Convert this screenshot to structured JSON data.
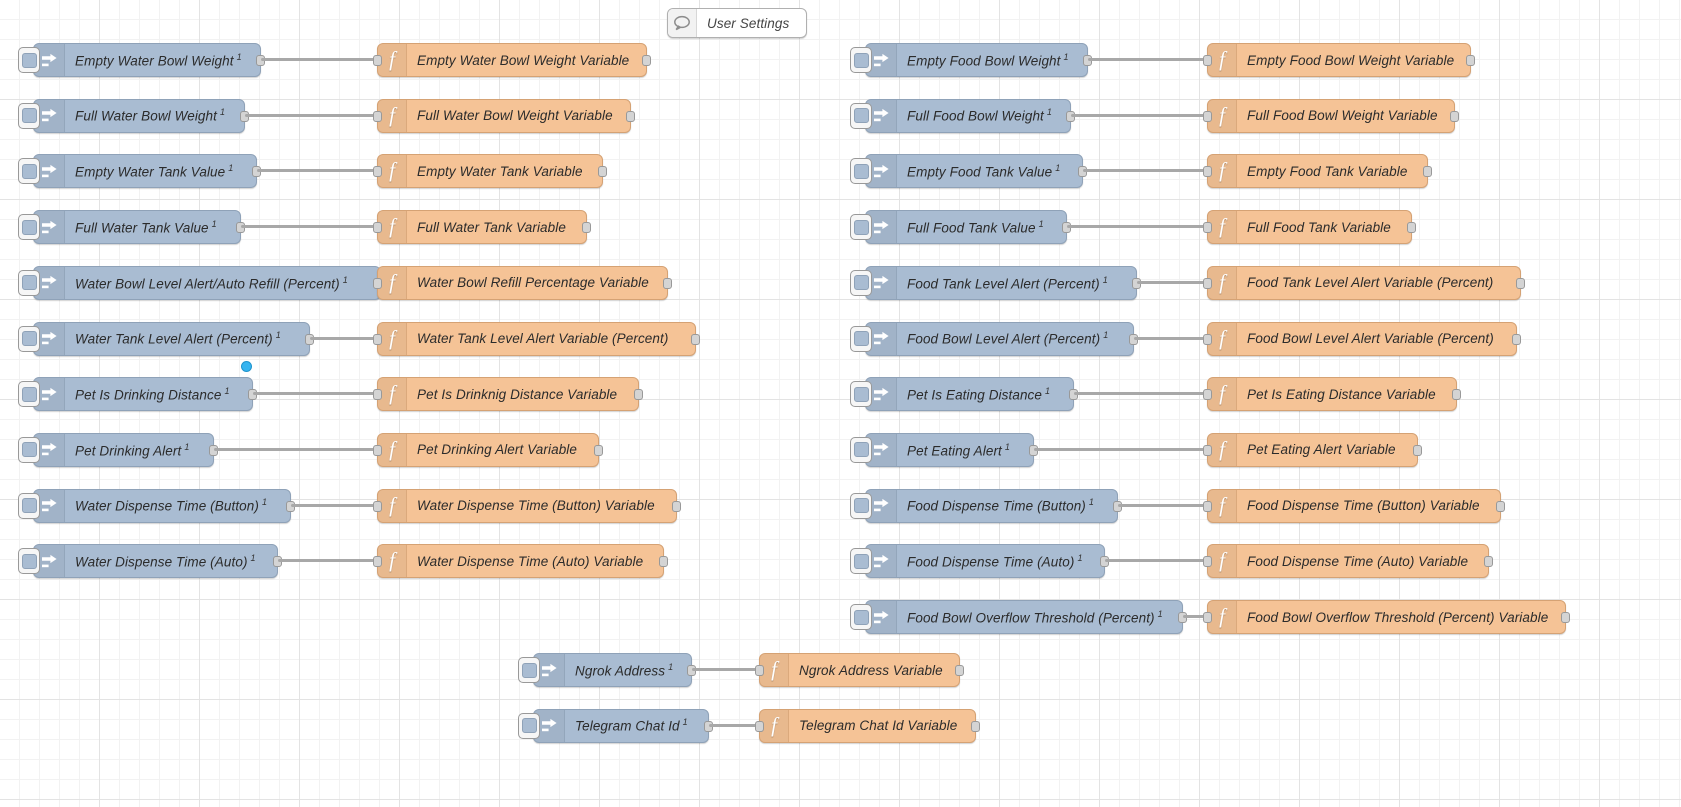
{
  "workspace": {
    "name": "node-red-flow-canvas",
    "grid": true
  },
  "comment": {
    "label": "User Settings",
    "icon": "comment-icon"
  },
  "icons": {
    "inject": "inject-arrow-icon",
    "function": "function-f-icon",
    "comment": "speech-bubble-icon",
    "status_dot": "changed-status-dot"
  },
  "colors": {
    "inject": "#a9bcd2",
    "function": "#f5c396",
    "comment": "#ffffff",
    "wire": "#a8a8a8",
    "status_dot": "#36b4f0",
    "grid": "#e3e3e3"
  },
  "repeat_marker": "1",
  "columns": {
    "left": [
      {
        "inject": "Empty Water Bowl Weight",
        "fn": "Empty Water Bowl Weight Variable"
      },
      {
        "inject": "Full Water Bowl Weight",
        "fn": "Full Water Bowl Weight Variable"
      },
      {
        "inject": "Empty Water Tank Value",
        "fn": "Empty Water Tank Variable"
      },
      {
        "inject": "Full Water Tank Value",
        "fn": "Full Water Tank Variable"
      },
      {
        "inject": "Water Bowl Level Alert/Auto Refill (Percent)",
        "fn": "Water Bowl Refill Percentage Variable"
      },
      {
        "inject": "Water Tank Level Alert (Percent)",
        "fn": "Water Tank Level Alert Variable (Percent)"
      },
      {
        "inject": "Pet Is Drinking Distance",
        "fn": "Pet Is Drinknig Distance Variable",
        "dot": true
      },
      {
        "inject": "Pet Drinking Alert",
        "fn": "Pet Drinking Alert Variable"
      },
      {
        "inject": "Water Dispense Time (Button)",
        "fn": "Water Dispense Time (Button) Variable"
      },
      {
        "inject": "Water Dispense Time (Auto)",
        "fn": "Water Dispense Time (Auto) Variable"
      }
    ],
    "right": [
      {
        "inject": "Empty Food Bowl Weight",
        "fn": "Empty Food Bowl Weight Variable"
      },
      {
        "inject": "Full Food Bowl Weight",
        "fn": "Full Food Bowl Weight Variable"
      },
      {
        "inject": "Empty Food Tank Value",
        "fn": "Empty Food Tank Variable"
      },
      {
        "inject": "Full Food Tank Value",
        "fn": "Full Food Tank Variable"
      },
      {
        "inject": "Food Tank Level Alert (Percent)",
        "fn": "Food Tank Level Alert Variable (Percent)"
      },
      {
        "inject": "Food Bowl Level Alert (Percent)",
        "fn": "Food Bowl Level Alert Variable (Percent)"
      },
      {
        "inject": "Pet Is Eating Distance",
        "fn": "Pet Is Eating Distance Variable"
      },
      {
        "inject": "Pet Eating Alert",
        "fn": "Pet Eating Alert Variable"
      },
      {
        "inject": "Food Dispense Time (Button)",
        "fn": "Food Dispense Time (Button) Variable"
      },
      {
        "inject": "Food Dispense Time (Auto)",
        "fn": "Food Dispense Time (Auto) Variable"
      },
      {
        "inject": "Food Bowl Overflow Threshold (Percent)",
        "fn": "Food Bowl Overflow Threshold (Percent) Variable"
      }
    ],
    "bottom": [
      {
        "inject": "Ngrok Address",
        "fn": "Ngrok Address Variable"
      },
      {
        "inject": "Telegram Chat Id",
        "fn": "Telegram Chat Id Variable"
      }
    ]
  }
}
